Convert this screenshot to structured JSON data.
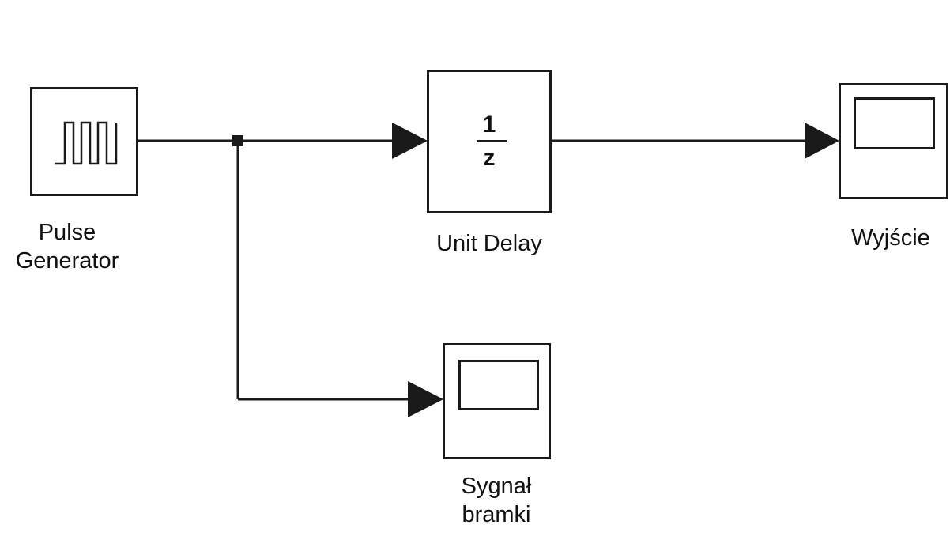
{
  "colors": {
    "line": "#1a1a1a",
    "background": "#ffffff",
    "text": "#111111"
  },
  "blocks": {
    "pulse_generator": {
      "label_line1": "Pulse",
      "label_line2": "Generator",
      "icon": "square-wave-icon"
    },
    "unit_delay": {
      "numerator": "1",
      "denominator": "z",
      "label": "Unit Delay"
    },
    "scope_output": {
      "label": "Wyjście",
      "icon": "scope-icon"
    },
    "scope_gate": {
      "label_line1": "Sygnał",
      "label_line2": "bramki",
      "icon": "scope-icon"
    }
  }
}
